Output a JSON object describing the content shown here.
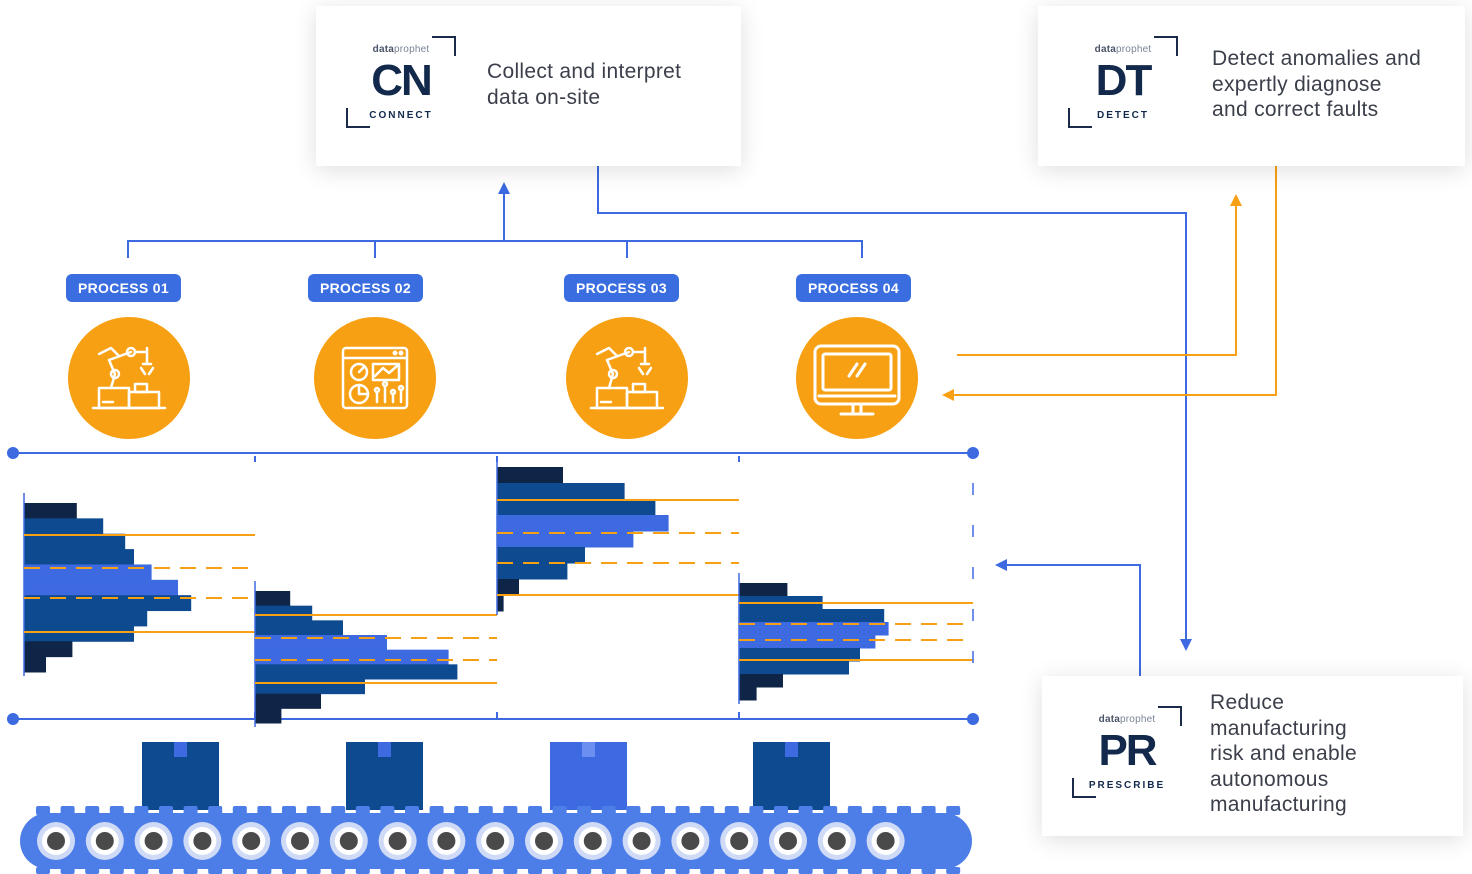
{
  "cards": {
    "connect": {
      "brand_prefix": "data",
      "brand_suffix": "prophet",
      "monogram": "CN",
      "product": "CONNECT",
      "description": [
        "Collect and interpret",
        "data on-site"
      ]
    },
    "detect": {
      "brand_prefix": "data",
      "brand_suffix": "prophet",
      "monogram": "DT",
      "product": "DETECT",
      "description": [
        "Detect anomalies and",
        "expertly diagnose",
        "and correct faults"
      ]
    },
    "prescribe": {
      "brand_prefix": "data",
      "brand_suffix": "prophet",
      "monogram": "PR",
      "product": "PRESCRIBE",
      "description": [
        "Reduce",
        "manufacturing",
        "risk and enable",
        "autonomous",
        "manufacturing"
      ]
    }
  },
  "processes": [
    {
      "label": "PROCESS 01",
      "icon": "robot-arm-icon"
    },
    {
      "label": "PROCESS 02",
      "icon": "dashboard-analytics-icon"
    },
    {
      "label": "PROCESS 03",
      "icon": "robot-arm-icon"
    },
    {
      "label": "PROCESS 04",
      "icon": "monitor-icon"
    }
  ],
  "colors": {
    "navy": "#13294b",
    "process_blue": "#3a6ee0",
    "flow_blue": "#3d6ae0",
    "orange": "#f7a013",
    "dark_bar": "#0f2547",
    "mid_bar": "#0e4a8f",
    "light_bar": "#3d6ae0",
    "box_dark": "#0e4a8f",
    "box_light": "#3d6ae0",
    "belt": "#4d7ee8",
    "belt_light": "#cfdaf6",
    "roller": "#4a4a4a"
  },
  "distributions": [
    {
      "bars": [
        0.24,
        0.36,
        0.46,
        0.5,
        0.58,
        0.7,
        0.76,
        0.56,
        0.5,
        0.22,
        0.1
      ],
      "band": "mid"
    },
    {
      "bars": [
        0.16,
        0.26,
        0.4,
        0.6,
        0.88,
        0.92,
        0.5,
        0.3,
        0.12
      ],
      "band": "low"
    },
    {
      "bars": [
        0.3,
        0.58,
        0.72,
        0.78,
        0.62,
        0.4,
        0.32,
        0.1,
        0.03
      ],
      "band": "high"
    },
    {
      "bars": [
        0.22,
        0.38,
        0.66,
        0.68,
        0.62,
        0.55,
        0.5,
        0.2,
        0.08
      ],
      "band": "mid-low"
    }
  ],
  "conveyor": {
    "boxes": 4,
    "rollers": 18
  }
}
